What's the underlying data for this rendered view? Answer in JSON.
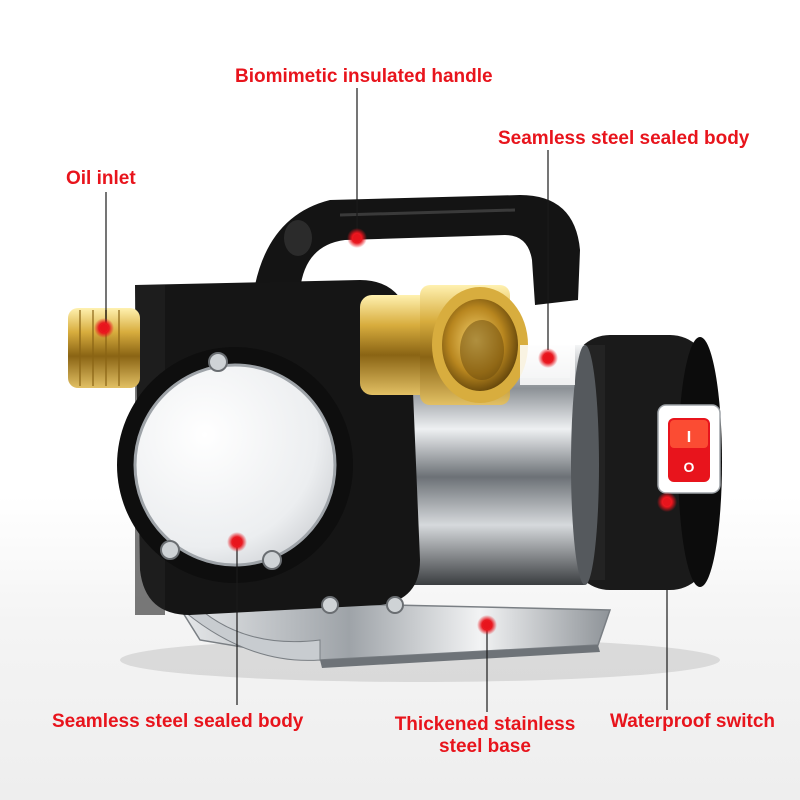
{
  "colors": {
    "accent": "#e8141c",
    "pump_black": "#141414",
    "brass": "#c9a13a",
    "steel": "#b8bcc0"
  },
  "labels": {
    "handle": "Biomimetic insulated handle",
    "body_top": "Seamless steel sealed body",
    "oil_inlet": "Oil inlet",
    "body_bottom": "Seamless steel sealed body",
    "base_line1": "Thickened stainless",
    "base_line2": "steel base",
    "switch": "Waterproof switch"
  },
  "switch_glyphs": {
    "on": "I",
    "off": "O"
  }
}
